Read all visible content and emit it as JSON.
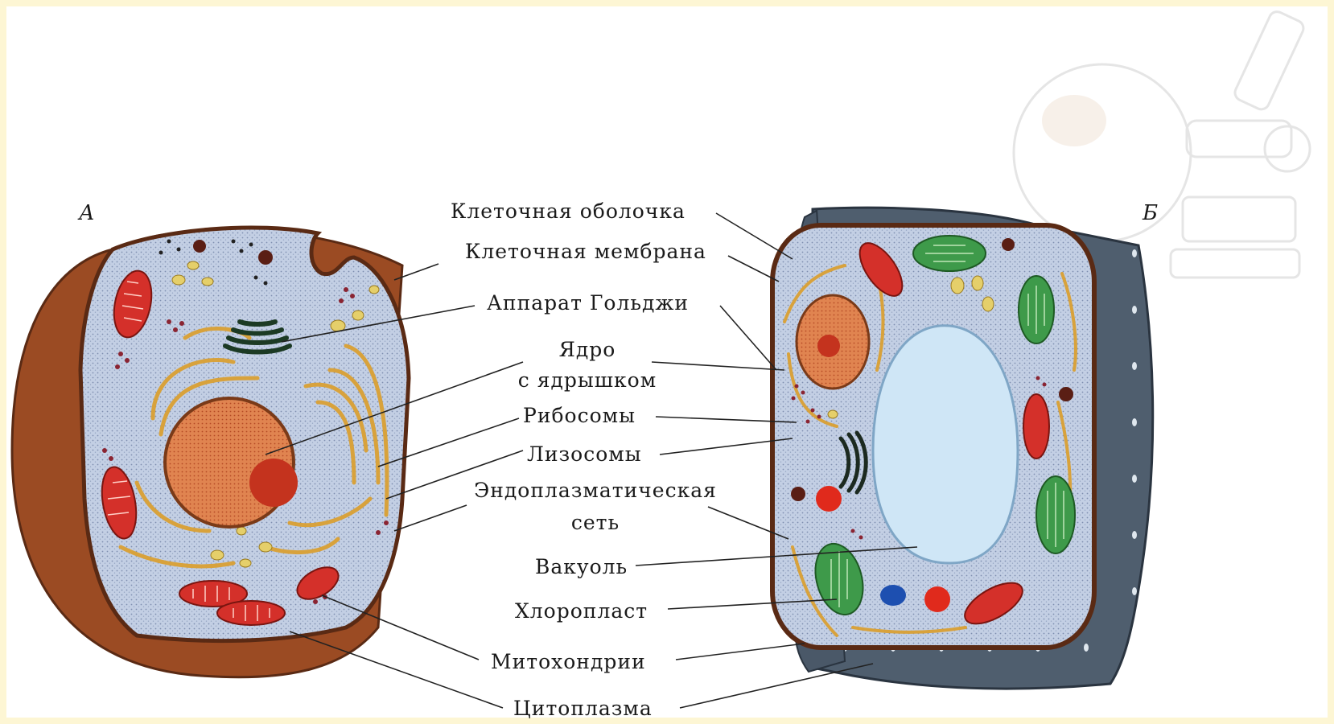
{
  "cell_a": {
    "tag": "А"
  },
  "cell_b": {
    "tag": "Б"
  },
  "labels": {
    "cell_wall": "Клеточная оболочка",
    "cell_membrane": "Клеточная мембрана",
    "golgi": "Аппарат Гольджи",
    "nucleus_line1": "Ядро",
    "nucleus_line2": "с ядрышком",
    "ribosomes": "Рибосомы",
    "lysosomes": "Лизосомы",
    "er_line1": "Эндоплазматическая",
    "er_line2": "сеть",
    "vacuole": "Вакуоль",
    "chloroplast": "Хлоропласт",
    "mitochondria": "Митохондрии",
    "cytoplasm": "Цитоплазма"
  },
  "colors": {
    "cytoplasm": "#b9c6dc",
    "membrane": "#5a2a14",
    "animal_outer": "#9a4a22",
    "plant_wall": "#4e5d6c",
    "nucleus": "#d9713f",
    "nucleolus": "#c4331e",
    "er": "#d9a640",
    "mitochondria": "#d4302a",
    "chloroplast": "#3e9a4a",
    "vacuole": "#cfe6f6",
    "golgi": "#1c3a24"
  }
}
